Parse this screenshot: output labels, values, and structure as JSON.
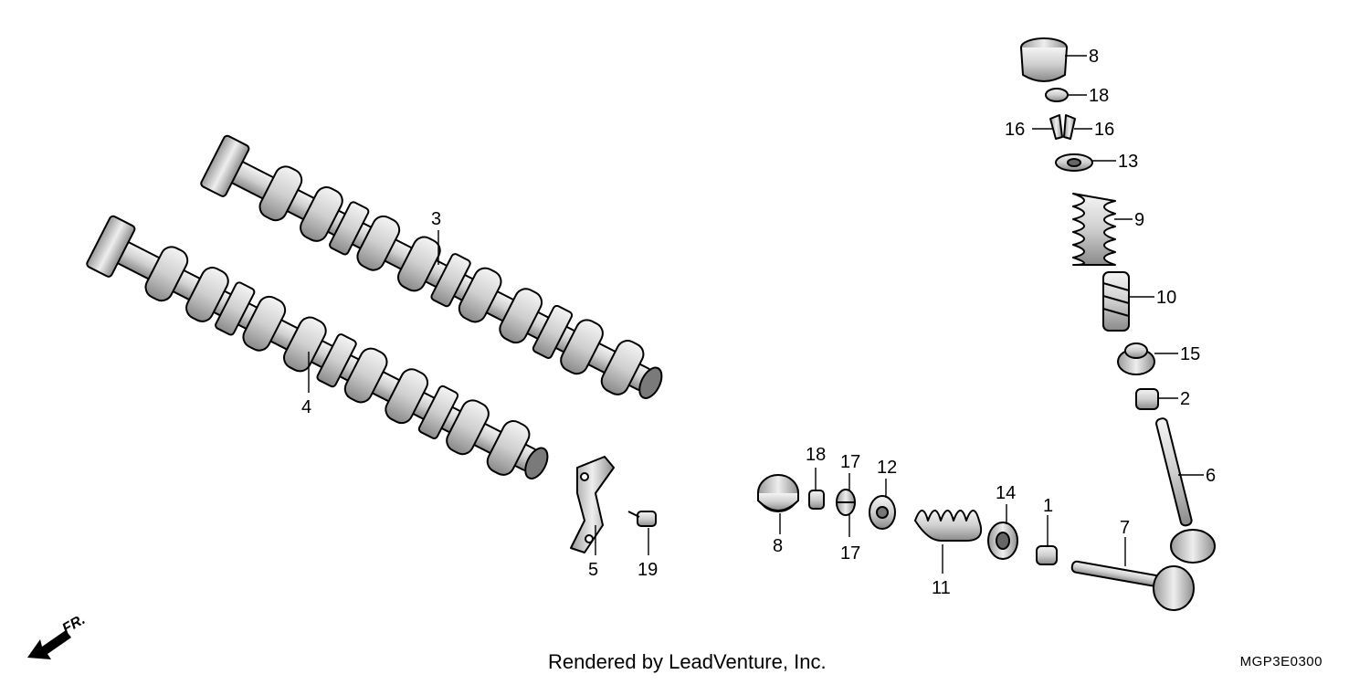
{
  "diagram": {
    "labels": {
      "p1": "1",
      "p2": "2",
      "p3": "3",
      "p4": "4",
      "p5": "5",
      "p6": "6",
      "p7": "7",
      "p8a": "8",
      "p8b": "8",
      "p9": "9",
      "p10": "10",
      "p11": "11",
      "p12": "12",
      "p13": "13",
      "p14": "14",
      "p15": "15",
      "p16a": "16",
      "p16b": "16",
      "p17a": "17",
      "p17b": "17",
      "p18a": "18",
      "p18b": "18",
      "p19": "19"
    },
    "front_marker": "FR.",
    "icons": [
      "front-arrow-icon"
    ]
  },
  "footer": {
    "credit": "Rendered by LeadVenture, Inc.",
    "code": "MGP3E0300"
  }
}
